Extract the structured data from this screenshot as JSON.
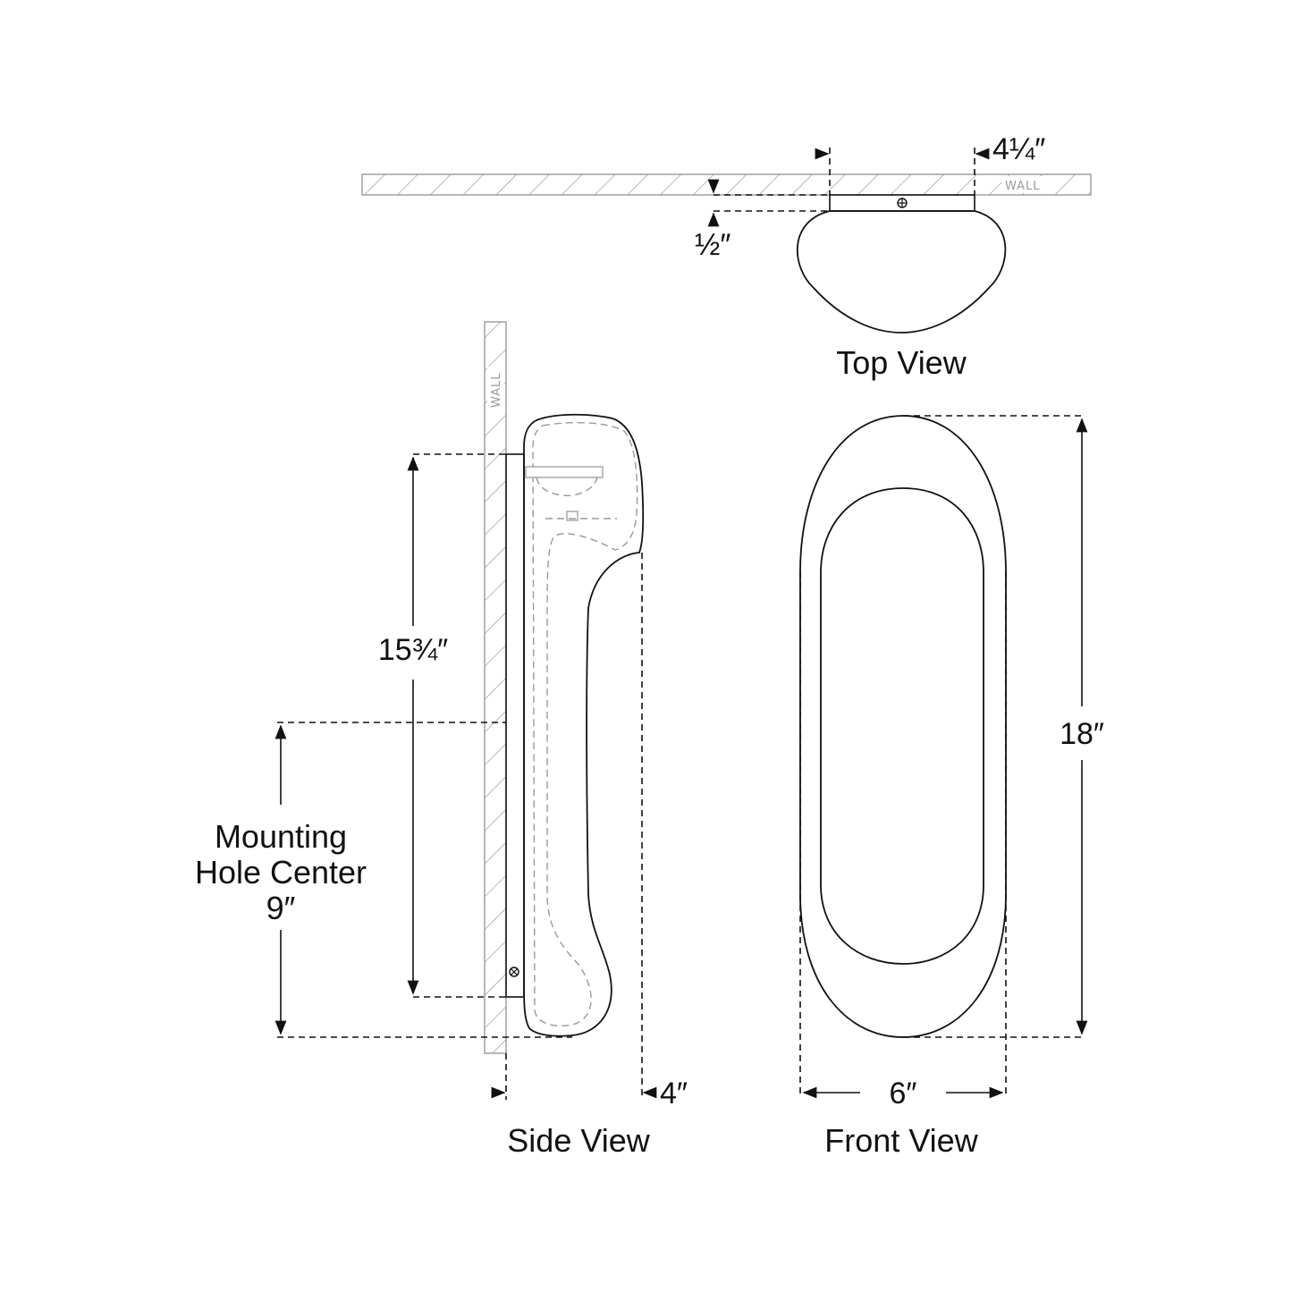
{
  "top_view": {
    "title": "Top View",
    "wall_label": "WALL",
    "depth_label": "4¼″",
    "offset_label": "½″"
  },
  "side_view": {
    "title": "Side View",
    "wall_label": "WALL",
    "height_label": "15¾″",
    "mounting_line1": "Mounting",
    "mounting_line2": "Hole Center",
    "mounting_value": "9″",
    "depth_label": "4″"
  },
  "front_view": {
    "title": "Front View",
    "height_label": "18″",
    "width_label": "6″"
  }
}
